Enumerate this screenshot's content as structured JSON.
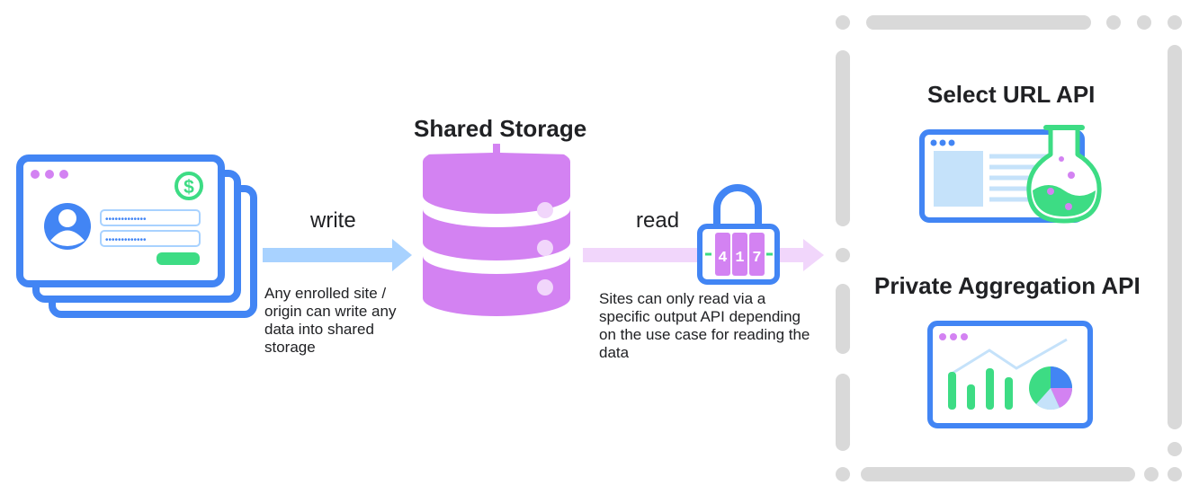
{
  "write_section": {
    "label": "write",
    "description": "Any enrolled site / origin can write any data into shared storage"
  },
  "storage": {
    "title": "Shared Storage"
  },
  "read_section": {
    "label": "read",
    "lock_digits": [
      "4",
      "1",
      "7"
    ],
    "description": "Sites can only read via a specific output API depending on the use case for reading the data"
  },
  "outputs": {
    "select_url": {
      "title": "Select URL API"
    },
    "private_aggregation": {
      "title": "Private Aggregation API"
    }
  },
  "colors": {
    "blue": "#4285f4",
    "green": "#3ddc84",
    "purple": "#d382f2",
    "light_purple": "#f1d6fb",
    "light_blue": "#a8d2ff",
    "gray": "#d9d9d9"
  }
}
